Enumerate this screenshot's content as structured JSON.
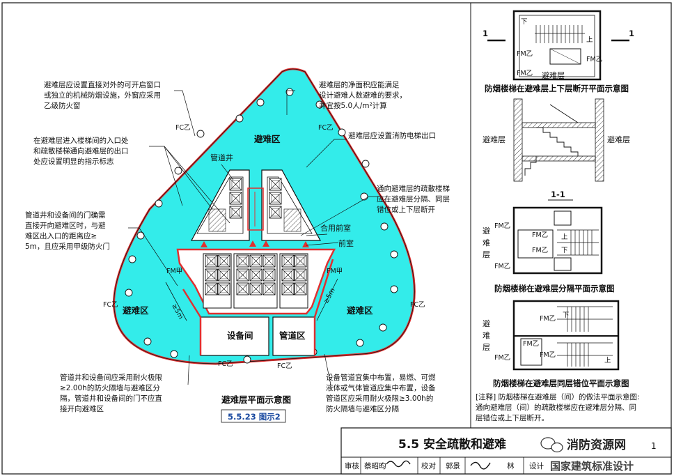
{
  "main_plan": {
    "refuge_zone": "避难区",
    "pipe_shaft": "管道井",
    "shared_antechamber": "合用前室",
    "antechamber": "前室",
    "equipment_room": "设备间",
    "pipe_zone": "管道区",
    "fc": "FC乙",
    "fm_jia": "FM甲",
    "dim": "≥5m",
    "title": "避难层平面示意图",
    "fig_tag": "5.5.23 图示2"
  },
  "notes": {
    "n1": [
      "避难层应设置直接对外的可开启窗口",
      "或独立的机械防烟设施，外窗应采用",
      "乙级防火窗"
    ],
    "n2": [
      "避难层的净面积应能满足",
      "设计避难人数避难的要求，",
      "并宜按5.0人/m²计算"
    ],
    "n3": [
      "在避难层进入楼梯间的入口处",
      "和疏散楼梯通向避难层的出口",
      "处应设置明显的指示标志"
    ],
    "n4": [
      "避难层应设置消防电梯出口"
    ],
    "n5": [
      "通向避难层的疏散楼梯",
      "应在避难层分隔、同层",
      "错位或上下层断开"
    ],
    "n6": [
      "管道井和设备间的门确需",
      "直接开向避难区时，与避",
      "难区出入口的距离应≥",
      "5m，且应采用甲级防火门"
    ],
    "n7": [
      "管道井和设备间应采用耐火极限",
      "≥2.00h的防火隔墙与避难区分",
      "隔，管道井和设备间的门不应直",
      "接开向避难区"
    ],
    "n8": [
      "设备管道宜集中布置，易燃、可燃",
      "液体或气体管道应集中布置，设备",
      "管道区应采用耐火极限≥3.00h的",
      "防火隔墙与避难区分隔"
    ]
  },
  "side": {
    "section_mark": "1",
    "down": "下",
    "up": "上",
    "fm_yi": "FM乙",
    "refuge_layer": "避难层",
    "caption1": "防烟楼梯在避难层上下层断开平面示意图",
    "section_label": "1-1",
    "vertical_refuge": [
      "避",
      "难",
      "层"
    ],
    "caption2": "防烟楼梯在避难层分隔平面示意图",
    "caption3": "防烟楼梯在避难层同层错位平面示意图",
    "annotation": [
      "[注释] 防烟楼梯在避难层（间）的做法平面示意图:",
      "通向避难层（间）的疏散楼梯应在避难层分隔、同",
      "层错位或上下层断开。"
    ]
  },
  "title_block": {
    "section_title": "5.5  安全疏散和避难",
    "watermark": "消防资源网",
    "page_no": "1",
    "review": "审核",
    "reviewer": "蔡昭昀",
    "check": "校对",
    "checker": "郭景",
    "design": "设计",
    "designer": "林",
    "footer_text": "国家建筑标准设计"
  },
  "colors": {
    "refuge_fill": "#33ecea",
    "outline_red": "#e03030",
    "line": "#111111"
  }
}
